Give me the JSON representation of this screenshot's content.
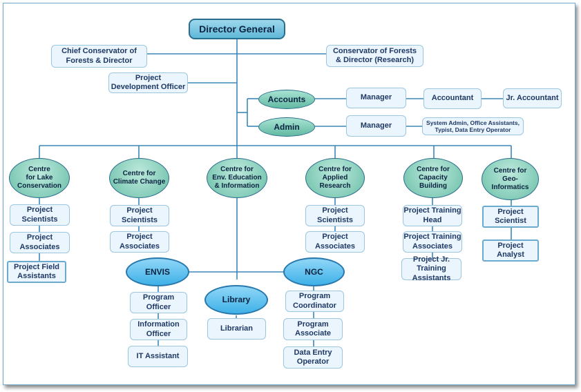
{
  "nodes": {
    "director_general": "Director General",
    "chief_conservator": "Chief Conservator of\nForests & Director",
    "conservator_research": "Conservator of Forests\n& Director (Research)",
    "project_development_officer": "Project\nDevelopment Officer",
    "accounts": "Accounts",
    "admin": "Admin",
    "accounts_manager": "Manager",
    "accountant": "Accountant",
    "jr_accountant": "Jr. Accountant",
    "admin_manager": "Manager",
    "admin_staff": "System Admin, Office Assistants,\nTypist, Data Entry Operator",
    "centre_lake": "Centre\nfor Lake\nConservation",
    "centre_climate": "Centre for\nClimate Change",
    "centre_env": "Centre for\nEnv. Education\n& Information",
    "centre_applied": "Centre for\nApplied\nResearch",
    "centre_capacity": "Centre for\nCapacity\nBuilding",
    "centre_geo": "Centre for\nGeo-\nInformatics",
    "lake_scientists": "Project\nScientists",
    "lake_associates": "Project\nAssociates",
    "lake_field": "Project Field\nAssistants",
    "climate_scientists": "Project\nScientists",
    "climate_associates": "Project\nAssociates",
    "applied_scientists": "Project\nScientists",
    "applied_associates": "Project\nAssociates",
    "capacity_head": "Project Training\nHead",
    "capacity_associates": "Project Training\nAssociates",
    "capacity_jr": "Project Jr. Training\nAssistants",
    "geo_scientist": "Project\nScientist",
    "geo_analyst": "Project\nAnalyst",
    "envis": "ENVIS",
    "library": "Library",
    "ngc": "NGC",
    "envis_program_officer": "Program\nOfficer",
    "envis_info_officer": "Information\nOfficer",
    "envis_it": "IT Assistant",
    "librarian": "Librarian",
    "ngc_coordinator": "Program\nCoordinator",
    "ngc_associate": "Program\nAssociate",
    "ngc_data_entry": "Data Entry\nOperator"
  }
}
